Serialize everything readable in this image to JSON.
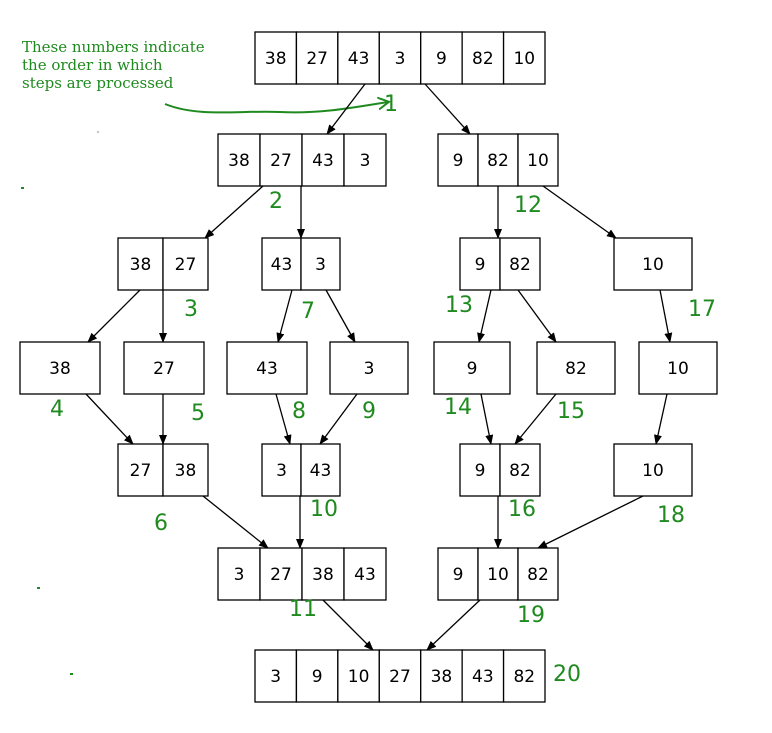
{
  "colors": {
    "step_green": "#1f8a1f",
    "box_stroke": "#000000",
    "arrow": "#000000"
  },
  "note": {
    "lines": [
      "These numbers indicate",
      "the order in which",
      "steps are processed"
    ]
  },
  "nodes": [
    {
      "id": "n1",
      "values": [
        "38",
        "27",
        "43",
        "3",
        "9",
        "82",
        "10"
      ]
    },
    {
      "id": "n2",
      "values": [
        "38",
        "27",
        "43",
        "3"
      ]
    },
    {
      "id": "n12",
      "values": [
        "9",
        "82",
        "10"
      ]
    },
    {
      "id": "n3",
      "values": [
        "38",
        "27"
      ]
    },
    {
      "id": "n7",
      "values": [
        "43",
        "3"
      ]
    },
    {
      "id": "n13",
      "values": [
        "9",
        "82"
      ]
    },
    {
      "id": "n17",
      "values": [
        "10"
      ]
    },
    {
      "id": "n4",
      "values": [
        "38"
      ]
    },
    {
      "id": "n5",
      "values": [
        "27"
      ]
    },
    {
      "id": "n8",
      "values": [
        "43"
      ]
    },
    {
      "id": "n9",
      "values": [
        "3"
      ]
    },
    {
      "id": "n14",
      "values": [
        "9"
      ]
    },
    {
      "id": "n15",
      "values": [
        "82"
      ]
    },
    {
      "id": "n10r",
      "values": [
        "10"
      ]
    },
    {
      "id": "n6",
      "values": [
        "27",
        "38"
      ]
    },
    {
      "id": "n10",
      "values": [
        "3",
        "43"
      ]
    },
    {
      "id": "n16",
      "values": [
        "9",
        "82"
      ]
    },
    {
      "id": "n18",
      "values": [
        "10"
      ]
    },
    {
      "id": "n11",
      "values": [
        "3",
        "27",
        "38",
        "43"
      ]
    },
    {
      "id": "n19",
      "values": [
        "9",
        "10",
        "82"
      ]
    },
    {
      "id": "n20",
      "values": [
        "3",
        "9",
        "10",
        "27",
        "38",
        "43",
        "82"
      ]
    }
  ],
  "step_labels": [
    "1",
    "2",
    "3",
    "4",
    "5",
    "6",
    "7",
    "8",
    "9",
    "10",
    "11",
    "12",
    "13",
    "14",
    "15",
    "16",
    "17",
    "18",
    "19",
    "20"
  ]
}
